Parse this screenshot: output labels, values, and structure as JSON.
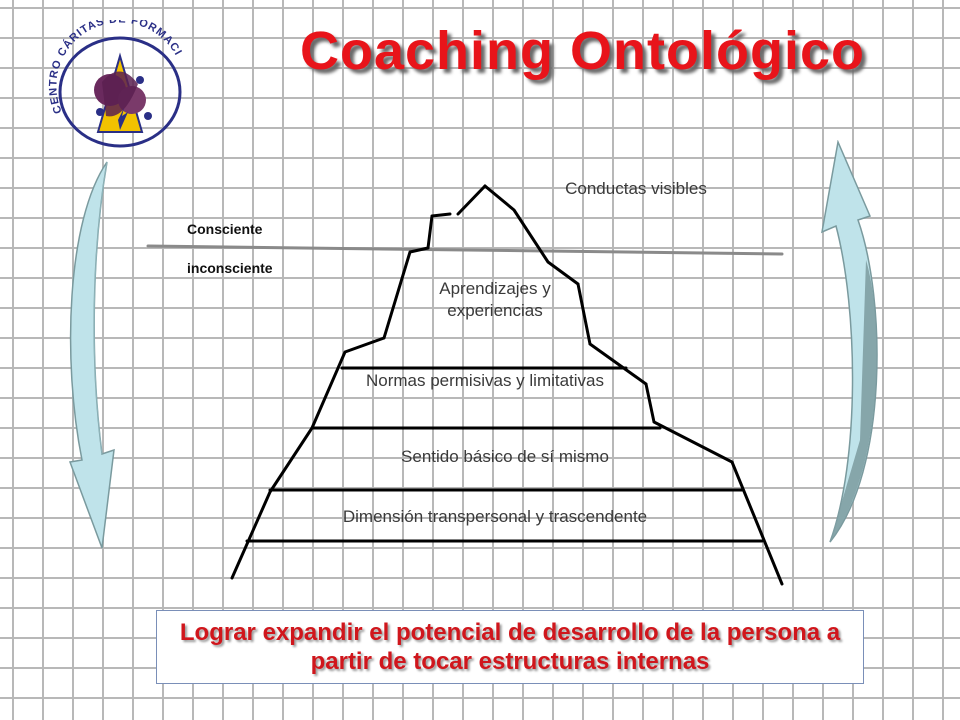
{
  "title": "Coaching Ontológico",
  "logo": {
    "text": "CENTRO CÁRITAS DE FORMACIÓN",
    "colors": {
      "ring": "#2a2f86",
      "figure": "#6a2a5e",
      "accent": "#f2c200"
    }
  },
  "levels": {
    "awareness_upper": "Consciente",
    "awareness_lower": "inconsciente"
  },
  "pyramid": {
    "layers": [
      "Conductas visibles",
      "Aprendizajes y experiencias",
      "Normas permisivas y limitativas",
      "Sentido básico de sí mismo",
      "Dimensión transpersonal y trascendente"
    ]
  },
  "goal": "Lograr expandir el potencial de desarrollo de la persona a partir de tocar estructuras internas",
  "colors": {
    "title": "#e8141a",
    "goal_text": "#d0161c",
    "grid": "#b8b8b8",
    "arrow_fill": "#bfe3ea",
    "arrow_edge": "#7a9a9e"
  },
  "icons": {
    "left_arrow": "curved-arrow-down-icon",
    "right_arrow": "curved-arrow-up-icon"
  }
}
